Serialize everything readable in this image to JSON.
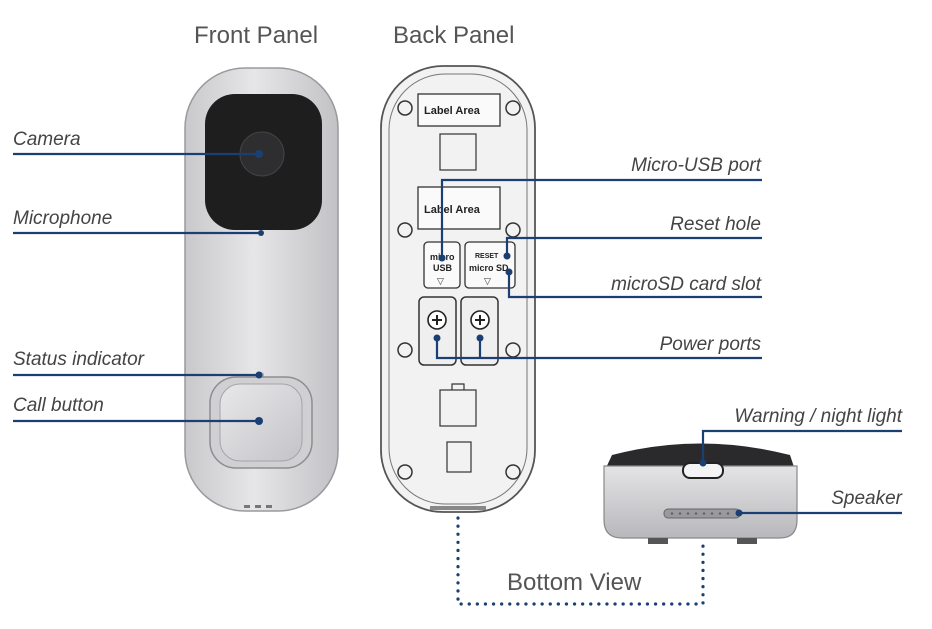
{
  "titles": {
    "front": "Front Panel",
    "back": "Back Panel",
    "bottom": "Bottom View"
  },
  "front_labels": {
    "camera": "Camera",
    "microphone": "Microphone",
    "status": "Status indicator",
    "call": "Call button"
  },
  "back_labels": {
    "usb_port": "Micro-USB port",
    "reset_hole": "Reset hole",
    "sd_slot": "microSD card slot",
    "power_ports": "Power ports"
  },
  "bottom_labels": {
    "warning_light": "Warning / night light",
    "speaker": "Speaker"
  },
  "device_text": {
    "label_area": "Label  Area",
    "micro": "micro",
    "usb": "USB",
    "reset": "RESET",
    "micro_sd": "micro SD"
  },
  "colors": {
    "leader": "#1b3f73",
    "device_body": "#d8d8da"
  }
}
